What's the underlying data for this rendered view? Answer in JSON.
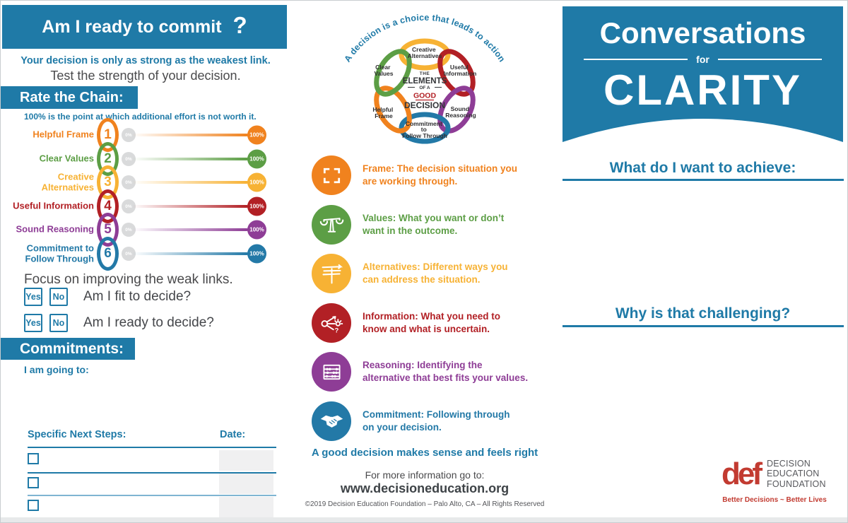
{
  "colors": {
    "teal": "#1F7AA7",
    "red": "#B22025",
    "gray": "#4A4A4C",
    "logo_red": "#C23B31"
  },
  "left": {
    "title": "Am I ready to commit",
    "title_q": "?",
    "subtitle_bold": "Your decision is only as strong as the weakest link.",
    "subtitle": "Test the strength of your decision.",
    "rate_header": "Rate the Chain:",
    "rate_note": "100% is the point at which additional effort is not worth it.",
    "sliders": [
      {
        "num": "1",
        "label": "Helpful Frame",
        "label2": "",
        "color": "#F0821E",
        "min": "0%",
        "max": "100%"
      },
      {
        "num": "2",
        "label": "Clear Values",
        "label2": "",
        "color": "#5C9E45",
        "min": "0%",
        "max": "100%"
      },
      {
        "num": "3",
        "label": "Creative",
        "label2": "Alternatives",
        "color": "#F7B234",
        "min": "0%",
        "max": "100%"
      },
      {
        "num": "4",
        "label": "Useful Information",
        "label2": "",
        "color": "#B22025",
        "min": "0%",
        "max": "100%"
      },
      {
        "num": "5",
        "label": "Sound Reasoning",
        "label2": "",
        "color": "#8E3D96",
        "min": "0%",
        "max": "100%"
      },
      {
        "num": "6",
        "label": "Commitment to",
        "label2": "Follow Through",
        "color": "#2379A7",
        "min": "0%",
        "max": "100%"
      }
    ],
    "focus_note": "Focus on improving the weak links.",
    "yes_label": "Yes",
    "no_label": "No",
    "questions": [
      "Am I fit to decide?",
      "Am I ready to decide?"
    ],
    "commitments_header": "Commitments:",
    "going_to": "I am going to:",
    "next_steps_header": "Specific Next Steps:",
    "date_header": "Date:"
  },
  "center": {
    "arc_text": "A decision is a choice that leads to action",
    "diagram": {
      "ring_colors": [
        "#F7B234",
        "#B22025",
        "#8E3D96",
        "#2379A7",
        "#F0821E",
        "#5C9E45"
      ],
      "labels": {
        "creative": {
          "l1": "Creative",
          "l2": "Alternatives"
        },
        "useful": {
          "l1": "Useful",
          "l2": "Information"
        },
        "sound": {
          "l1": "Sound",
          "l2": "Reasoning"
        },
        "commitment": {
          "l1": "Commitment",
          "l2": "to",
          "l3": "Follow Through"
        },
        "helpful": {
          "l1": "Helpful",
          "l2": "Frame"
        },
        "clear": {
          "l1": "Clear",
          "l2": "Values"
        }
      },
      "center_text": {
        "the": "THE",
        "elements": "ELEMENTS",
        "of_a": "OF A",
        "good": "GOOD",
        "decision": "DECISION"
      }
    },
    "elements": [
      {
        "name": "Frame",
        "icon": "frame-icon",
        "color": "#F0821E",
        "desc1": "Frame:  The decision situation you",
        "desc2": "are working through."
      },
      {
        "name": "Values",
        "icon": "scale-icon",
        "color": "#5C9E45",
        "desc1": "Values:  What you want or don’t",
        "desc2": "want in the outcome."
      },
      {
        "name": "Alternatives",
        "icon": "signpost-icon",
        "color": "#F7B234",
        "desc1": "Alternatives:  Different ways you",
        "desc2": "can address the situation."
      },
      {
        "name": "Information",
        "icon": "uncertainty-icon",
        "color": "#B22025",
        "desc1": "Information:  What you need to",
        "desc2": "know and what is uncertain."
      },
      {
        "name": "Reasoning",
        "icon": "abacus-icon",
        "color": "#8E3D96",
        "desc1": "Reasoning:  Identifying the",
        "desc2": "alternative that best fits your values."
      },
      {
        "name": "Commitment",
        "icon": "handshake-icon",
        "color": "#2379A7",
        "desc1": "Commitment: Following through",
        "desc2": "on your decision."
      }
    ],
    "tagline": "A good decision makes sense and feels right",
    "more_info": "For more information go to:",
    "website": "www.decisioneducation.org",
    "copyright": "©2019 Decision Education Foundation – Palo Alto, CA – All Rights Reserved"
  },
  "right": {
    "title_top": "Conversations",
    "title_for": "for",
    "title_main": "CLARITY",
    "q1": "What do I want to achieve:",
    "q2": "Why is that challenging?",
    "logo": {
      "mark": "def",
      "line1": "DECISION",
      "line2": "EDUCATION",
      "line3": "FOUNDATION",
      "tagline": "Better Decisions ~ Better Lives"
    }
  }
}
